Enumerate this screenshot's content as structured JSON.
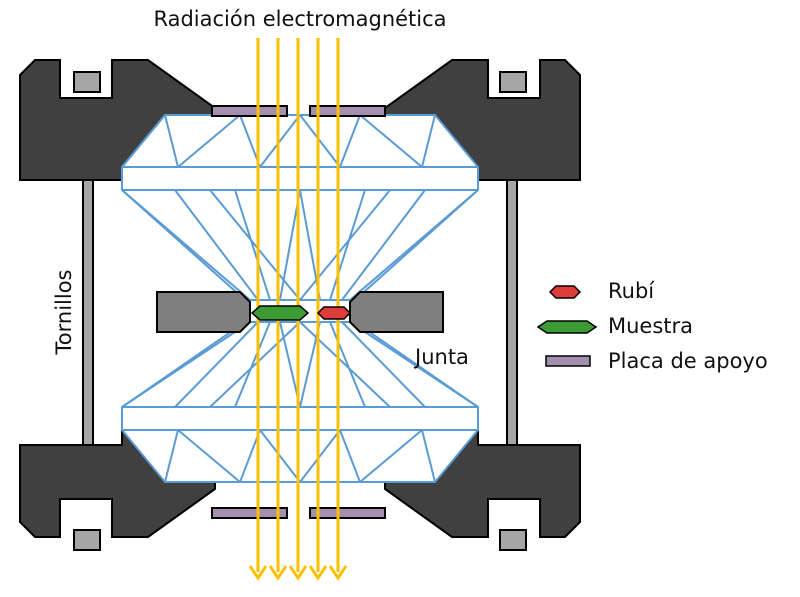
{
  "labels": {
    "radiation": "Radiación electromagnética",
    "screws": "Tornillos",
    "gasket": "Junta"
  },
  "legend": [
    {
      "key": "ruby",
      "label": "Rubí"
    },
    {
      "key": "sample",
      "label": "Muestra"
    },
    {
      "key": "backing_plate",
      "label": "Placa de apoyo"
    }
  ],
  "colors": {
    "frame": "#404040",
    "frame_stroke": "#000000",
    "slot": "#a6a6a6",
    "screw": "#a6a6a6",
    "gasket": "#7f7f7f",
    "diamond_line": "#5b9bd5",
    "beam": "#ffc000",
    "ruby": "#e03c3c",
    "sample": "#3d9b35",
    "backing_plate": "#a48fb0"
  }
}
